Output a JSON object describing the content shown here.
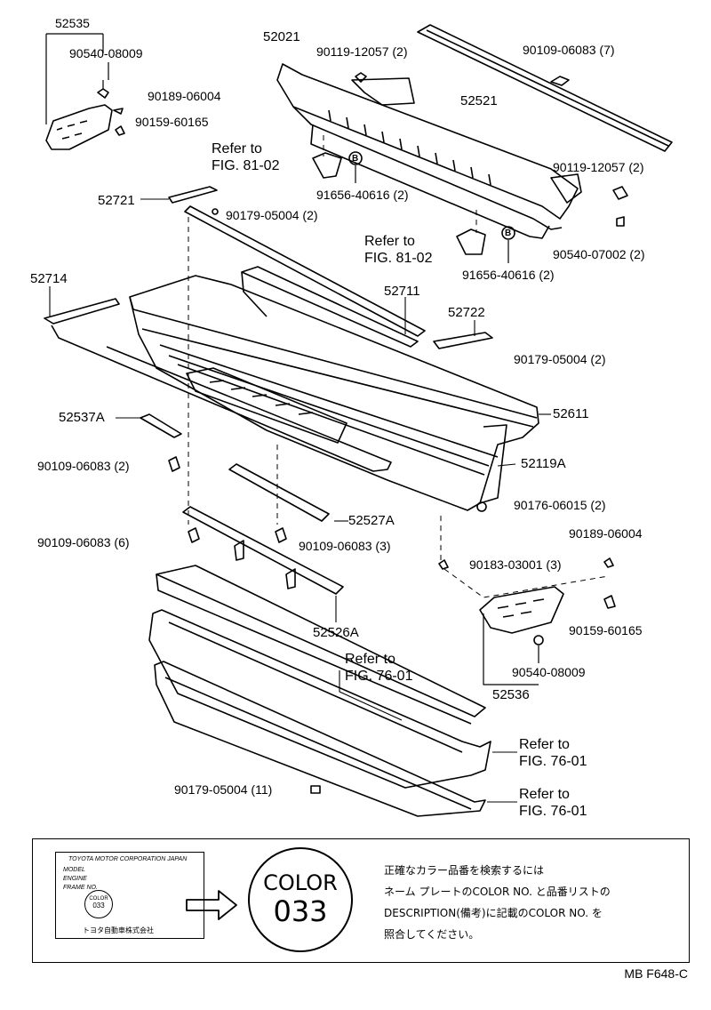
{
  "parts": {
    "p52535": "52535",
    "p90540_08009a": "90540-08009",
    "p90189_06004a": "90189-06004",
    "p90159_60165a": "90159-60165",
    "p52021": "52021",
    "p90119_12057a": "90119-12057 (2)",
    "p90109_06083_7": "90109-06083 (7)",
    "p52521": "52521",
    "p90119_12057b": "90119-12057 (2)",
    "p91656_a": "91656-40616 (2)",
    "p91656_b": "91656-40616 (2)",
    "p90540_07002": "90540-07002 (2)",
    "p52721": "52721",
    "p90179_05004a": "90179-05004 (2)",
    "p52714": "52714",
    "p52711": "52711",
    "p52722": "52722",
    "p90179_05004b": "90179-05004 (2)",
    "p52611": "52611",
    "p52537A": "52537A",
    "p90109_06083_2": "90109-06083 (2)",
    "p52119A": "52119A",
    "p90176_06015": "90176-06015 (2)",
    "p52527A": "52527A",
    "p90109_06083_6": "90109-06083 (6)",
    "p90109_06083_3": "90109-06083 (3)",
    "p90189_06004b": "90189-06004",
    "p90183_03001": "90183-03001 (3)",
    "p52526A": "52526A",
    "p90159_60165b": "90159-60165",
    "p90540_08009b": "90540-08009",
    "p52536": "52536",
    "p90179_05004_11": "90179-05004 (11)"
  },
  "refs": {
    "r1a": "Refer to",
    "r1b": "FIG. 81-02",
    "r2a": "Refer to",
    "r2b": "FIG. 81-02",
    "r3a": "Refer to",
    "r3b": "FIG. 76-01",
    "r4a": "Refer to",
    "r4b": "FIG. 76-01",
    "r5a": "Refer to",
    "r5b": "FIG. 76-01"
  },
  "markers": {
    "b1": "B",
    "b2": "B"
  },
  "colorbox": {
    "plate_line1": "TOYOTA MOTOR CORPORATION JAPAN",
    "plate_line2": "MODEL",
    "plate_line3": "ENGINE",
    "plate_line4": "FRAME NO.",
    "plate_line5": "トヨタ自動車株式会社",
    "plate_color_a": "COLOR",
    "plate_color_b": "033",
    "circle_color": "COLOR",
    "circle_code": "033",
    "note_line1": "正確なカラー品番を検索するには",
    "note_line2": "ネーム プレートのCOLOR NO. と品番リストの",
    "note_line3": "DESCRIPTION(備考)に記載のCOLOR NO. を",
    "note_line4": "照合してください。"
  },
  "drawing_code": "MB  F648-C"
}
